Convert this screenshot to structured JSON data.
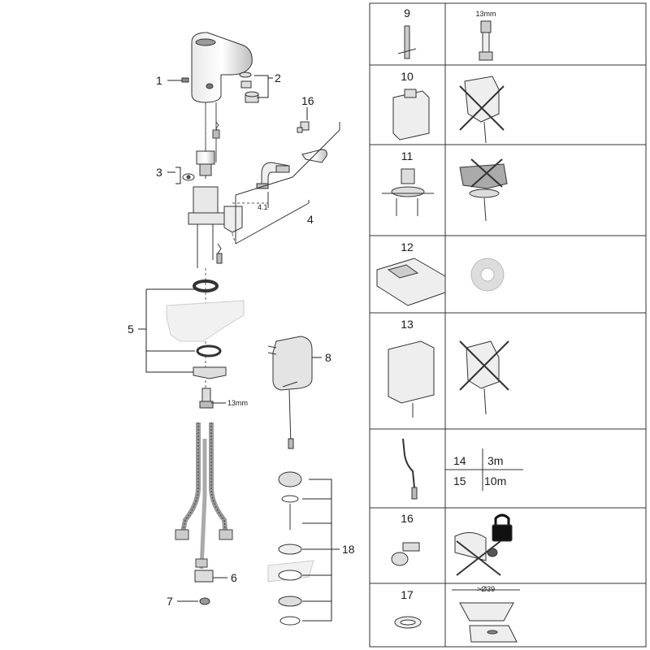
{
  "callouts": {
    "c1": "1",
    "c2": "2",
    "c3": "3",
    "c4": "4",
    "c41": "4.1",
    "c5": "5",
    "c6": "6",
    "c7": "7",
    "c8": "8",
    "c16": "16",
    "c18": "18",
    "wrench": "13mm"
  },
  "panels": {
    "p9": {
      "num": "9",
      "caption": "13mm"
    },
    "p10": {
      "num": "10"
    },
    "p11": {
      "num": "11"
    },
    "p12": {
      "num": "12"
    },
    "p13": {
      "num": "13"
    },
    "p14": {
      "rows": [
        {
          "num": "14",
          "len": "3m"
        },
        {
          "num": "15",
          "len": "10m"
        }
      ]
    },
    "p16": {
      "num": "16"
    },
    "p17": {
      "num": "17",
      "caption": ">Ø39"
    }
  }
}
